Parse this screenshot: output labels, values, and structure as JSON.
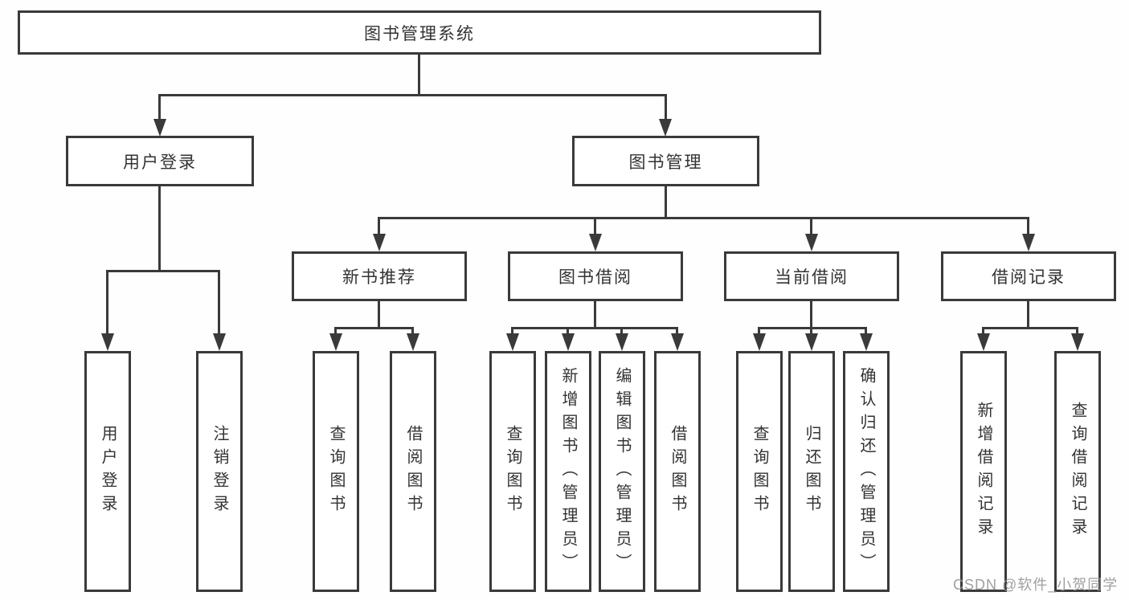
{
  "tree": {
    "label": "图书管理系统",
    "children": [
      {
        "label": "用户登录",
        "children": [
          {
            "label": "用户登录"
          },
          {
            "label": "注销登录"
          }
        ]
      },
      {
        "label": "图书管理",
        "children": [
          {
            "label": "新书推荐",
            "children": [
              {
                "label": "查询图书"
              },
              {
                "label": "借阅图书"
              }
            ]
          },
          {
            "label": "图书借阅",
            "children": [
              {
                "label": "查询图书"
              },
              {
                "label": "新增图书（管理员）"
              },
              {
                "label": "编辑图书（管理员）"
              },
              {
                "label": "借阅图书"
              }
            ]
          },
          {
            "label": "当前借阅",
            "children": [
              {
                "label": "查询图书"
              },
              {
                "label": "归还图书"
              },
              {
                "label": "确认归还（管理员）"
              }
            ]
          },
          {
            "label": "借阅记录",
            "children": [
              {
                "label": "新增借阅记录"
              },
              {
                "label": "查询借阅记录"
              }
            ]
          }
        ]
      }
    ]
  },
  "watermark": {
    "text": "CSDN @软件_小贺同学"
  },
  "colors": {
    "line": "#3a3a3a",
    "text": "#333333",
    "background": "#ffffff",
    "watermark": "#969698"
  }
}
